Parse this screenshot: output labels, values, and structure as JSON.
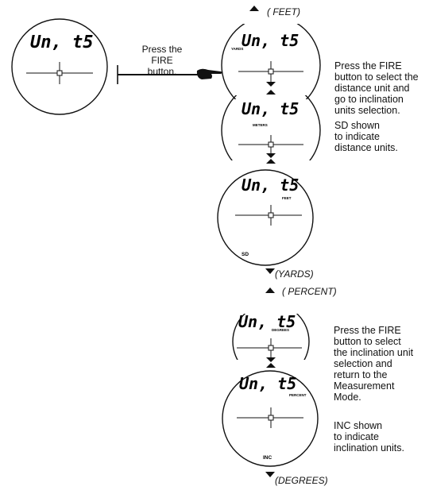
{
  "labels": {
    "press_fire": "Press the\nFIRE button.",
    "feet": "( FEET)",
    "distance_instruction": "Press the FIRE\nbutton to select the\ndistance unit and\ngo to inclination\nunits selection.",
    "sd_note": "SD shown\nto indicate\ndistance units.",
    "yards": "(YARDS)",
    "percent": "( PERCENT)",
    "inclination_instruction": "Press the FIRE\nbutton to select\nthe inclination unit\nselection and\nreturn to the\nMeasurement\nMode.",
    "inc_note": "INC shown\nto indicate\ninclination units.",
    "degrees": "(DEGREES)"
  },
  "scopes": {
    "initial": {
      "display": "Un, t5"
    },
    "yards": {
      "display": "Un, t5",
      "unit": "YARDS"
    },
    "meters": {
      "display": "Un, t5",
      "unit": "METERS"
    },
    "feet": {
      "display": "Un, t5",
      "unit": "FEET",
      "indicator": "SD"
    },
    "degrees": {
      "display": "Un, t5",
      "unit": "DEGREES"
    },
    "percent": {
      "display": "Un, t5",
      "unit": "PERCENT",
      "indicator": "INC"
    }
  },
  "colors": {
    "ink": "#111111",
    "background": "#ffffff"
  }
}
